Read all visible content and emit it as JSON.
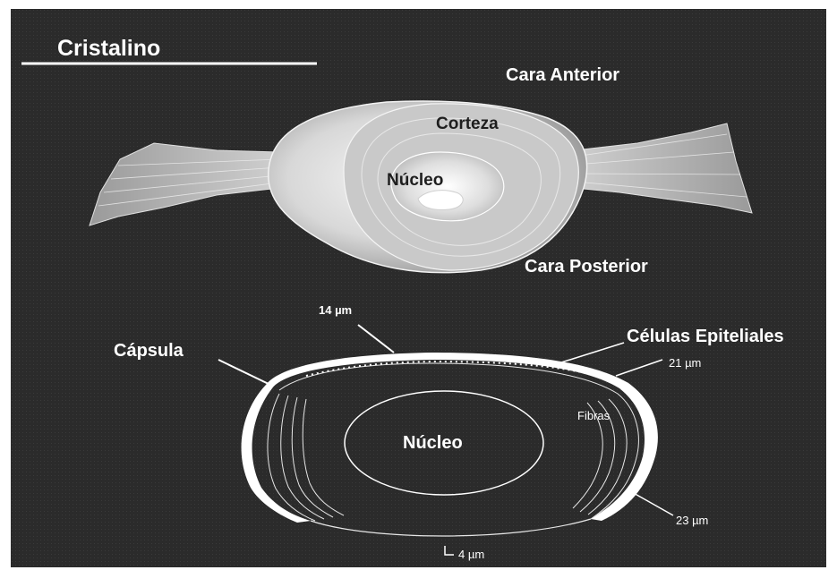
{
  "slide": {
    "title": "Cristalino",
    "upper_diagram": {
      "cara_anterior": "Cara Anterior",
      "corteza": "Corteza",
      "nucleo": "Núcleo",
      "cara_posterior": "Cara Posterior"
    },
    "lower_diagram": {
      "capsula": "Cápsula",
      "celulas_epiteliales": "Células Epiteliales",
      "nucleo": "Núcleo",
      "fibras": "Fibras",
      "measure_14": "14 µm",
      "measure_21": "21 µm",
      "measure_23": "23 µm",
      "measure_4": "4 µm"
    }
  },
  "colors": {
    "background": "#2b2b2b",
    "lines": "#ffffff",
    "lens_body": "#d9d9d9"
  }
}
